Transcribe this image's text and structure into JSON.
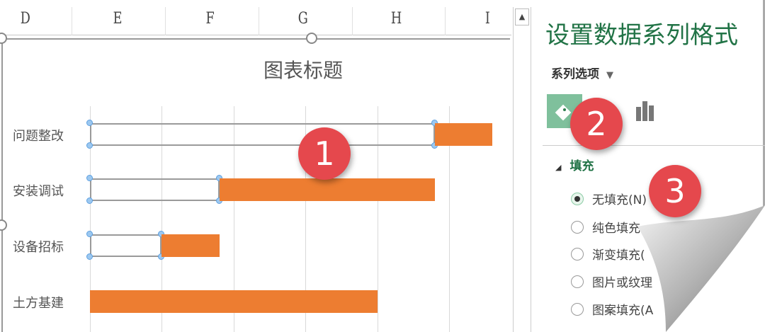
{
  "spreadsheet": {
    "columns": [
      "D",
      "E",
      "F",
      "G",
      "H",
      "I"
    ]
  },
  "chart_data": {
    "type": "bar",
    "orientation": "horizontal-stacked",
    "title": "图表标题",
    "categories": [
      "问题整改",
      "安装调试",
      "设备招标",
      "土方基建"
    ],
    "series": [
      {
        "values": [
          4.8,
          1.8,
          1.0,
          0
        ],
        "fill": "none",
        "selected": true
      },
      {
        "values": [
          0.8,
          3.0,
          0.8,
          4.0
        ],
        "fill": "#ed7d31"
      }
    ],
    "grid": true
  },
  "pane": {
    "title": "设置数据系列格式",
    "series_options": "系列选项",
    "tabs": [
      "fill-line-icon",
      "effects-icon",
      "series-options-icon"
    ],
    "fill_section": "填充",
    "fill_options": [
      {
        "label": "无填充(N)",
        "checked": true
      },
      {
        "label": "纯色填充",
        "checked": false
      },
      {
        "label": "渐变填充(",
        "checked": false
      },
      {
        "label": "图片或纹理",
        "checked": false
      },
      {
        "label": "图案填充(A",
        "checked": false
      }
    ]
  },
  "badges": [
    "1",
    "2",
    "3"
  ],
  "colors": {
    "accent": "#217346",
    "bar": "#ed7d31",
    "badge": "#e5484d"
  }
}
